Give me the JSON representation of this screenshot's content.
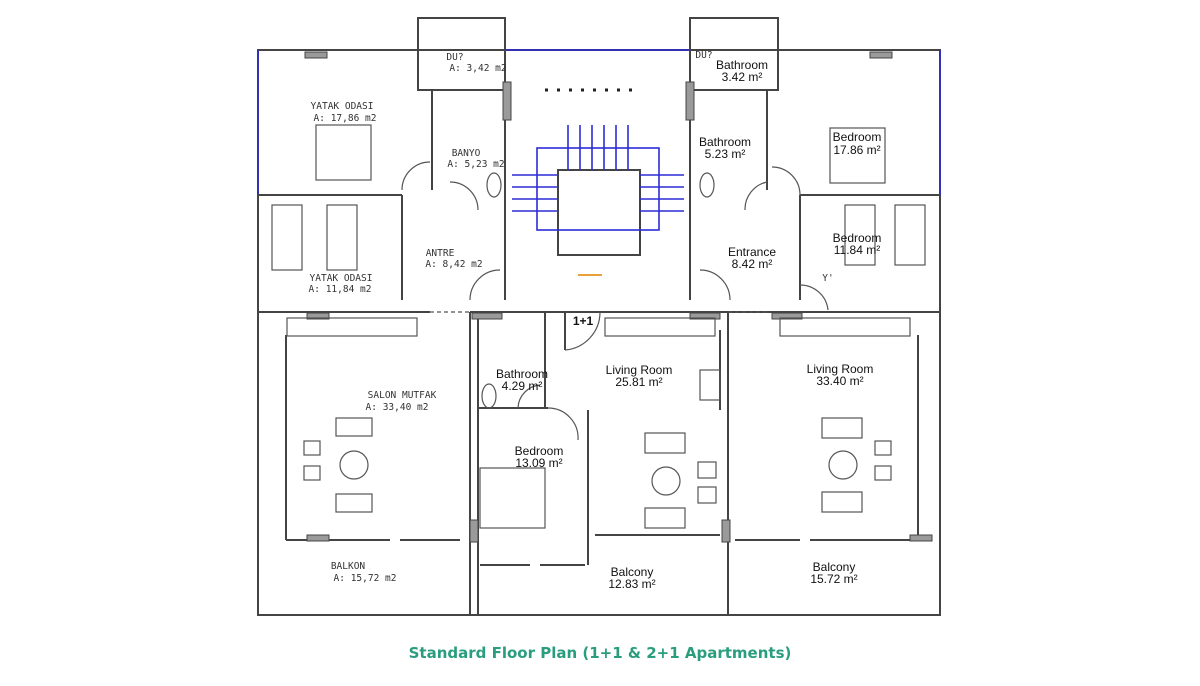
{
  "plan": {
    "left_unit": {
      "bedroom1": {
        "name": "YATAK ODASI",
        "area": "A: 17,86 m2"
      },
      "shower": {
        "name": "DU?",
        "area": "A: 3,42 m2"
      },
      "bath": {
        "name": "BANYO",
        "area": "A: 5,23 m2"
      },
      "entrance": {
        "name": "ANTRE",
        "area": "A: 8,42 m2"
      },
      "bedroom2": {
        "name": "YATAK ODASI",
        "area": "A: 11,84 m2"
      },
      "living": {
        "name": "SALON MUTFAK",
        "area": "A: 33,40 m2"
      },
      "balcony": {
        "name": "BALKON",
        "area": "A: 15,72 m2"
      }
    },
    "middle_unit": {
      "type_label": "1+1",
      "bath": {
        "name": "Bathroom",
        "area": "4.29 m²"
      },
      "living": {
        "name": "Living Room",
        "area": "25.81 m²"
      },
      "bedroom": {
        "name": "Bedroom",
        "area": "13.09 m²"
      },
      "balcony": {
        "name": "Balcony",
        "area": "12.83 m²"
      }
    },
    "right_unit": {
      "shower_tag": "DU?",
      "bath1": {
        "name": "Bathroom",
        "area": "3.42 m²"
      },
      "bath2": {
        "name": "Bathroom",
        "area": "5.23 m²"
      },
      "bedroom1": {
        "name": "Bedroom",
        "area": "17.86 m²"
      },
      "bedroom2": {
        "name": "Bedroom",
        "area": "11.84 m²"
      },
      "entrance": {
        "name": "Entrance",
        "area": "8.42 m²"
      },
      "door_tag": "Y'",
      "living": {
        "name": "Living Room",
        "area": "33.40 m²"
      },
      "balcony": {
        "name": "Balcony",
        "area": "15.72 m²"
      }
    }
  },
  "caption": "Standard Floor Plan (1+1 & 2+1 Apartments)",
  "colors": {
    "caption": "#2a9d7f",
    "stairs": "#2b2bd6",
    "walls": "#444444"
  }
}
